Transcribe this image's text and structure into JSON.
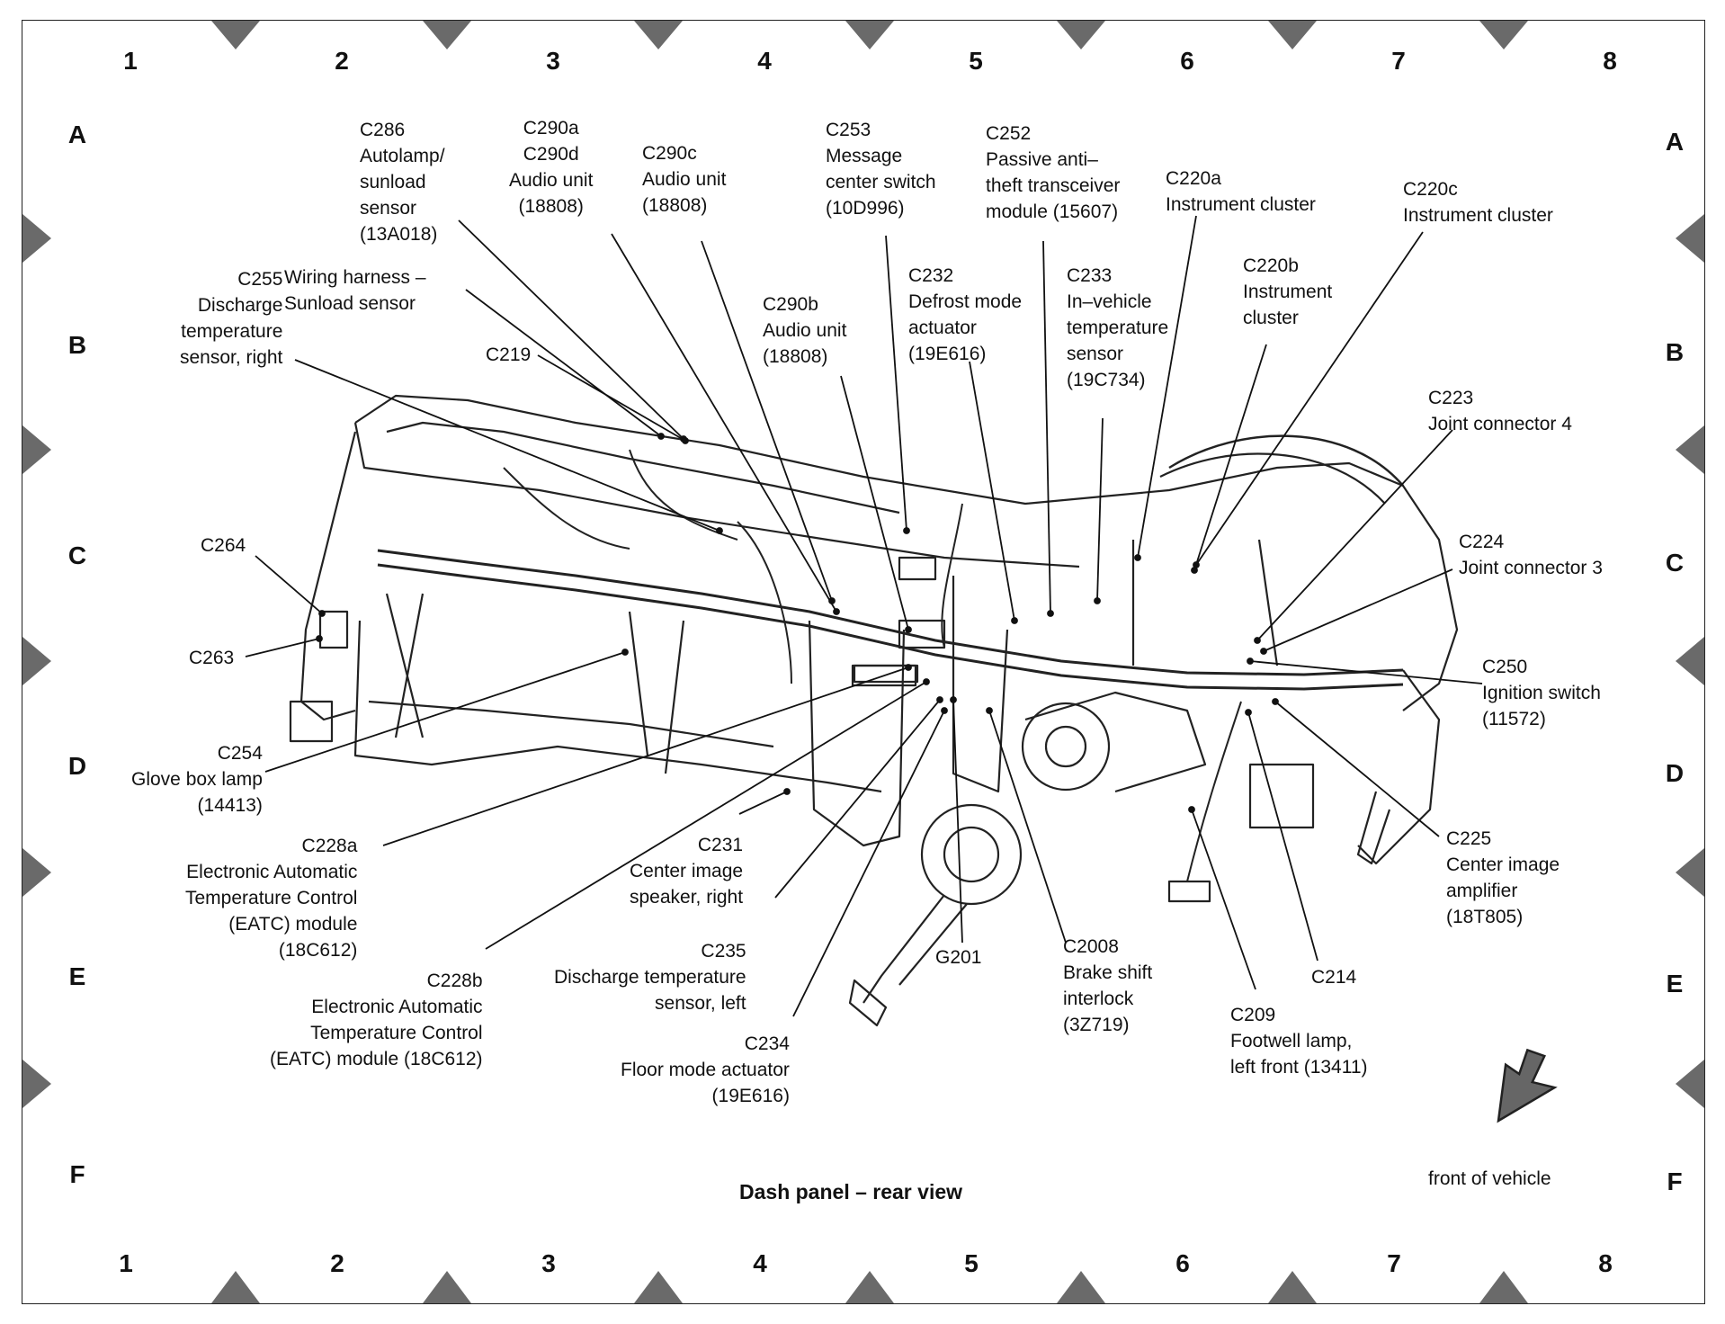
{
  "diagram": {
    "title": "Dash panel – rear view",
    "orientation_label": "front of vehicle",
    "grid": {
      "columns": [
        "1",
        "2",
        "3",
        "4",
        "5",
        "6",
        "7",
        "8"
      ],
      "rows": [
        "A",
        "B",
        "C",
        "D",
        "E",
        "F"
      ]
    },
    "callouts": [
      {
        "id": "c286",
        "lines": [
          "C286",
          "Autolamp/",
          "sunload",
          "sensor",
          "(13A018)"
        ]
      },
      {
        "id": "c290a",
        "lines": [
          "C290a",
          "C290d",
          "Audio unit",
          "(18808)"
        ]
      },
      {
        "id": "c290c",
        "lines": [
          "C290c",
          "Audio unit",
          "(18808)"
        ]
      },
      {
        "id": "c253",
        "lines": [
          "C253",
          "Message",
          "center switch",
          "(10D996)"
        ]
      },
      {
        "id": "c252",
        "lines": [
          "C252",
          "Passive anti–",
          "theft transceiver",
          "module (15607)"
        ]
      },
      {
        "id": "c220a",
        "lines": [
          "C220a",
          "Instrument cluster"
        ]
      },
      {
        "id": "c220c",
        "lines": [
          "C220c",
          "Instrument cluster"
        ]
      },
      {
        "id": "wiring",
        "lines": [
          "Wiring harness –",
          "Sunload sensor"
        ]
      },
      {
        "id": "c255",
        "lines": [
          "C255",
          "Discharge",
          "temperature",
          "sensor, right"
        ]
      },
      {
        "id": "c219",
        "lines": [
          "C219"
        ]
      },
      {
        "id": "c290b",
        "lines": [
          "C290b",
          "Audio unit",
          "(18808)"
        ]
      },
      {
        "id": "c232",
        "lines": [
          "C232",
          "Defrost mode",
          "actuator",
          "(19E616)"
        ]
      },
      {
        "id": "c233",
        "lines": [
          "C233",
          "In–vehicle",
          "temperature",
          "sensor",
          "(19C734)"
        ]
      },
      {
        "id": "c220b",
        "lines": [
          "C220b",
          "Instrument",
          "cluster"
        ]
      },
      {
        "id": "c223",
        "lines": [
          "C223",
          "Joint connector 4"
        ]
      },
      {
        "id": "c264",
        "lines": [
          "C264"
        ]
      },
      {
        "id": "c224",
        "lines": [
          "C224",
          "Joint connector 3"
        ]
      },
      {
        "id": "c263",
        "lines": [
          "C263"
        ]
      },
      {
        "id": "c250",
        "lines": [
          "C250",
          "Ignition switch",
          "(11572)"
        ]
      },
      {
        "id": "c254",
        "lines": [
          "C254",
          "Glove box lamp",
          "(14413)"
        ]
      },
      {
        "id": "c228a",
        "lines": [
          "C228a",
          "Electronic Automatic",
          "Temperature Control",
          "(EATC) module",
          "(18C612)"
        ]
      },
      {
        "id": "c231",
        "lines": [
          "C231",
          "Center image",
          "speaker, right"
        ]
      },
      {
        "id": "c225",
        "lines": [
          "C225",
          "Center image",
          "amplifier",
          "(18T805)"
        ]
      },
      {
        "id": "c235",
        "lines": [
          "C235",
          "Discharge temperature",
          "sensor, left"
        ]
      },
      {
        "id": "g201",
        "lines": [
          "G201"
        ]
      },
      {
        "id": "c2008",
        "lines": [
          "C2008",
          "Brake shift",
          "interlock",
          "(3Z719)"
        ]
      },
      {
        "id": "c214",
        "lines": [
          "C214"
        ]
      },
      {
        "id": "c228b",
        "lines": [
          "C228b",
          "Electronic Automatic",
          "Temperature Control",
          "(EATC) module (18C612)"
        ]
      },
      {
        "id": "c209",
        "lines": [
          "C209",
          "Footwell lamp,",
          "left front (13411)"
        ]
      },
      {
        "id": "c234",
        "lines": [
          "C234",
          "Floor mode actuator",
          "(19E616)"
        ]
      }
    ]
  }
}
